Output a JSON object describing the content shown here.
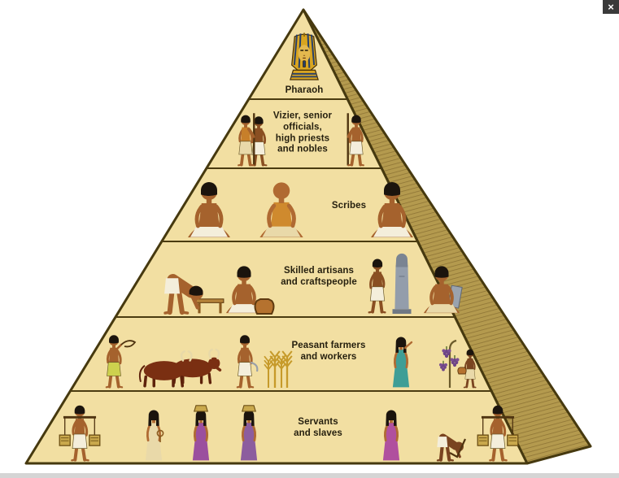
{
  "overlay": {
    "close_label": "×"
  },
  "diagram": {
    "type": "pyramid-hierarchy",
    "layers": [
      {
        "name": "pharaoh",
        "label": "Pharaoh",
        "figures": [
          "pharaoh-funerary-mask"
        ]
      },
      {
        "name": "officials",
        "label": "Vizier, senior\nofficials,\nhigh priests\nand nobles",
        "figures": [
          "official-pair-with-staff",
          "noble-with-staff"
        ]
      },
      {
        "name": "scribes",
        "label": "Scribes",
        "figures": [
          "seated-scribe-left",
          "seated-scribe-center",
          "seated-scribe-right"
        ]
      },
      {
        "name": "artisans",
        "label": "Skilled artisans\nand craftspeople",
        "figures": [
          "carpenter-at-bench",
          "potter-with-pot",
          "sculptor",
          "statue",
          "stone-carver-with-slab"
        ]
      },
      {
        "name": "farmers",
        "label": "Peasant farmers\nand workers",
        "figures": [
          "herdsman-with-whip",
          "pair-of-oxen",
          "reaper-with-sickle",
          "wheat-stalks",
          "grape-picker",
          "vine-with-grapes",
          "child-with-jar"
        ]
      },
      {
        "name": "servants",
        "label": "Servants\nand slaves",
        "figures": [
          "carrier-with-yoke-left",
          "servant-woman-with-sistrum",
          "woman-with-head-basket",
          "woman-with-head-basket-2",
          "servant-woman",
          "laborer-with-hoe",
          "carrier-with-yoke-right"
        ]
      }
    ],
    "colors": {
      "face": "#f2dfa2",
      "side": "#b49a4e",
      "outline": "#46390f",
      "label_text": "#26200f",
      "mask_gold": "#d9a520",
      "mask_blue": "#27406b"
    }
  }
}
